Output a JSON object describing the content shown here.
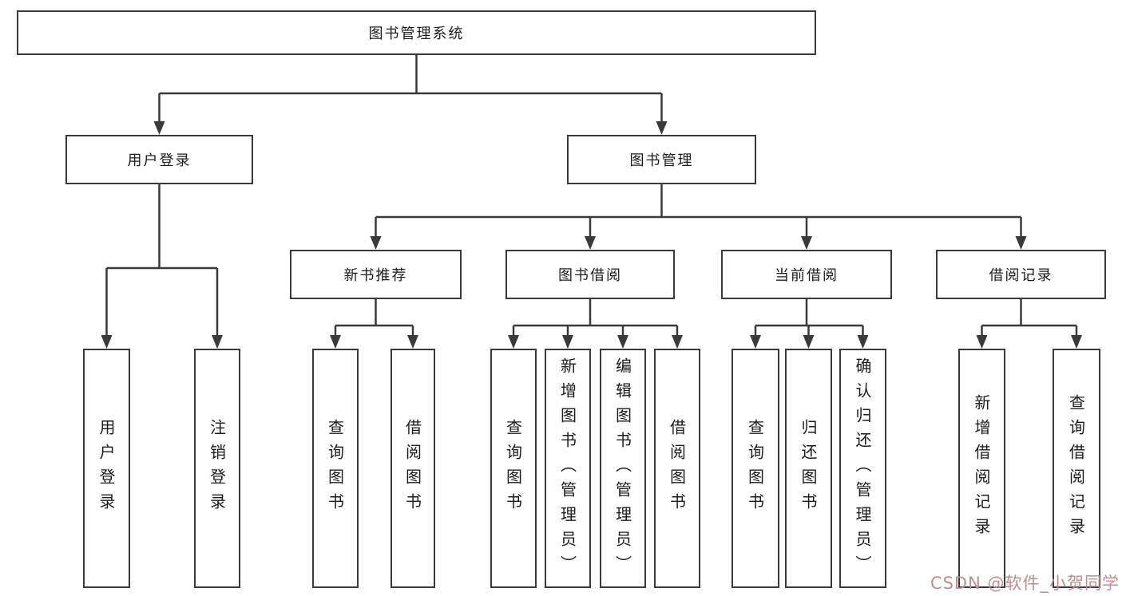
{
  "colors": {
    "line": "#3a3a3a",
    "box_border": "#3a3a3a",
    "box_fill": "#ffffff",
    "text": "#1c1c1c",
    "watermark": "#bc8f8f"
  },
  "tree": {
    "root": {
      "label": "图书管理系统"
    },
    "level2": [
      {
        "label": "用户登录"
      },
      {
        "label": "图书管理"
      }
    ],
    "login_children": [
      {
        "label": "用户登录"
      },
      {
        "label": "注销登录"
      }
    ],
    "level3": [
      {
        "label": "新书推荐"
      },
      {
        "label": "图书借阅"
      },
      {
        "label": "当前借阅"
      },
      {
        "label": "借阅记录"
      }
    ],
    "leaves_new_books": [
      {
        "label": "查询图书"
      },
      {
        "label": "借阅图书"
      }
    ],
    "leaves_borrow": [
      {
        "label": "查询图书"
      },
      {
        "label": "新增图书（管理员）"
      },
      {
        "label": "编辑图书（管理员）"
      },
      {
        "label": "借阅图书"
      }
    ],
    "leaves_current": [
      {
        "label": "查询图书"
      },
      {
        "label": "归还图书"
      },
      {
        "label": "确认归还（管理员）"
      }
    ],
    "leaves_records": [
      {
        "label": "新增借阅记录"
      },
      {
        "label": "查询借阅记录"
      }
    ]
  },
  "watermark": {
    "text": "CSDN @软件_小贺同学"
  }
}
